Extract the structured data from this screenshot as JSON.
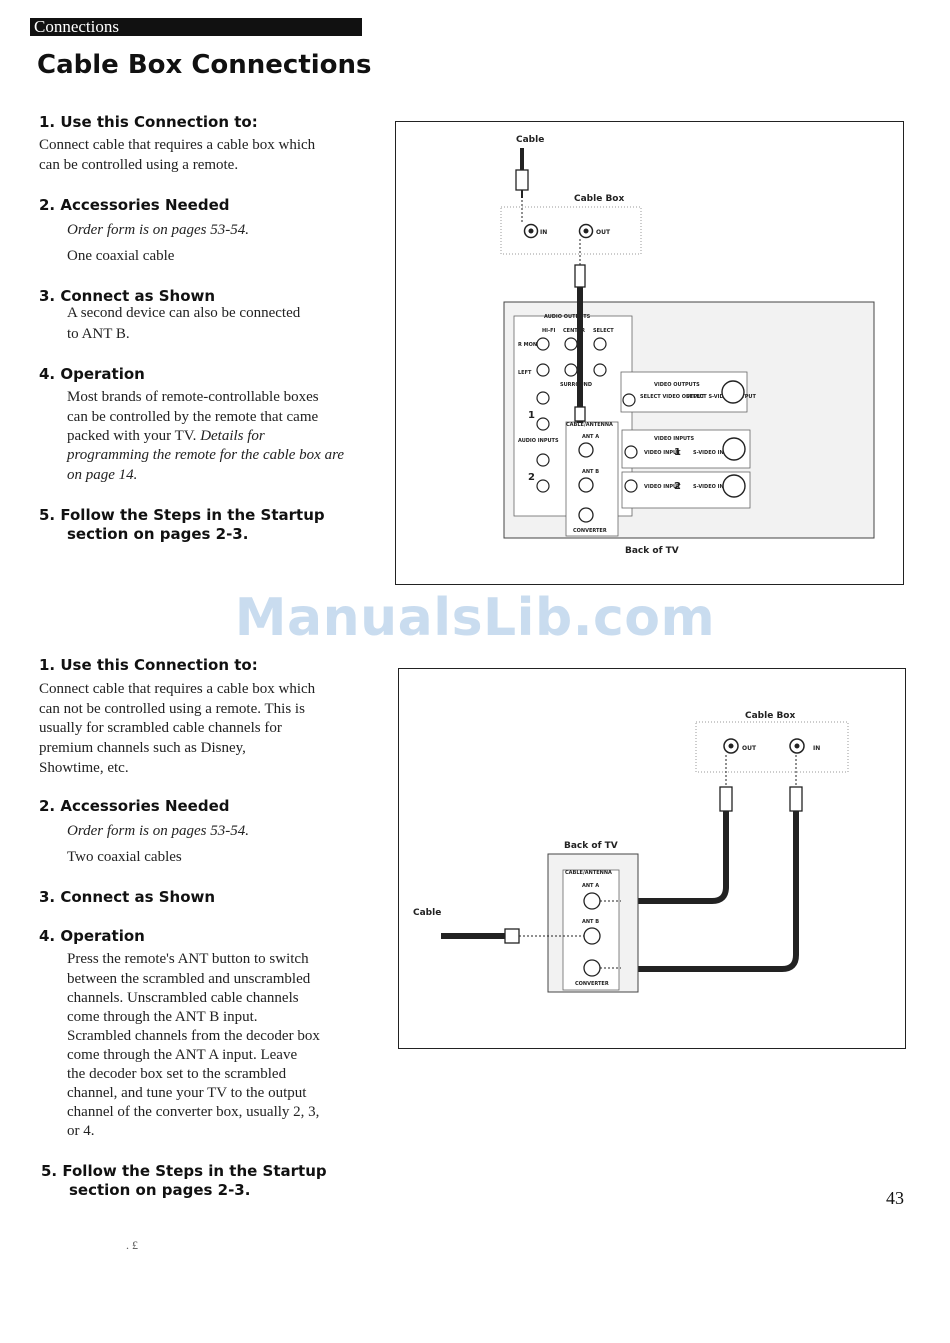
{
  "header": {
    "section_tab": "Connections"
  },
  "page_title": "Cable Box Connections",
  "section1": {
    "step1": {
      "heading": "1. Use this Connection to:",
      "body": [
        "Connect cable that requires a cable box which",
        "can be controlled using a remote."
      ]
    },
    "step2": {
      "heading": "2. Accessories Needed",
      "order_form": "Order form is on pages 53-54.",
      "item": "One coaxial cable"
    },
    "step3": {
      "heading": "3. Connect as Shown",
      "body": [
        "A second device  can also be connected",
        "to ANT B."
      ]
    },
    "step4": {
      "heading": "4. Operation",
      "body": [
        "Most brands of remote-controllable boxes",
        "can be controlled by the remote that came",
        "packed with your TV."
      ],
      "body_italic_inline": "Details for",
      "italic_lines": [
        "programming the remote for the cable box are",
        "on page 14."
      ]
    },
    "step5": {
      "heading_lines": [
        "5. Follow the Steps in the Startup",
        "section on pages 2-3."
      ]
    },
    "diagram": {
      "cable_label": "Cable",
      "cable_box_label": "Cable Box",
      "in_label": "IN",
      "out_label": "OUT",
      "back_of_tv_label": "Back of TV",
      "audio_outputs": "AUDIO OUTPUTS",
      "video_outputs": "VIDEO OUTPUTS",
      "video_inputs": "VIDEO INPUTS",
      "audio_inputs": "AUDIO INPUTS",
      "cable_antenna": "CABLE/ANTENNA",
      "ant_a": "ANT A",
      "ant_b": "ANT B",
      "converter": "CONVERTER",
      "hifi": "HI-FI",
      "center": "CENTER",
      "select": "SELECT",
      "surround": "SURROUND",
      "r_mono": "R MONO",
      "left": "LEFT",
      "input_1": "1",
      "input_2": "2",
      "video_input": "VIDEO INPUT",
      "svideo_input": "S-VIDEO INPUT",
      "select_video_output": "SELECT VIDEO OUTPUT",
      "select_svideo_output": "SELECT S-VIDEO OUTPUT"
    }
  },
  "watermark": "ManualsLib.com",
  "section2": {
    "step1": {
      "heading": "1. Use this Connection to:",
      "body": [
        "Connect cable that requires a cable box which",
        "can not be controlled using a remote. This is",
        "usually for scrambled cable channels for",
        "premium channels such as Disney,",
        "Showtime, etc."
      ]
    },
    "step2": {
      "heading": "2. Accessories Needed",
      "order_form": "Order form is on pages 53-54.",
      "item": "Two coaxial cables"
    },
    "step3": {
      "heading": "3. Connect as Shown"
    },
    "step4": {
      "heading": "4. Operation",
      "body": [
        "Press the remote's ANT button to switch",
        "between the scrambled and unscrambled",
        "channels. Unscrambled cable channels",
        "come through the ANT B input.",
        "Scrambled channels from the decoder box",
        "come through the ANT A input. Leave",
        "the decoder box set to the scrambled",
        "channel, and tune your TV to the output",
        "channel of the converter box, usually 2, 3,",
        "or 4."
      ]
    },
    "step5": {
      "heading_lines": [
        "5. Follow the Steps in the Startup",
        "section on pages 2-3."
      ]
    },
    "diagram": {
      "cable_box_label": "Cable Box",
      "out_label": "OUT",
      "in_label": "IN",
      "back_of_tv_label": "Back of TV",
      "cable_label": "Cable",
      "cable_antenna": "CABLE/ANTENNA",
      "ant_a": "ANT A",
      "ant_b": "ANT B",
      "converter": "CONVERTER"
    }
  },
  "page_number": "43",
  "stray_mark": ". £"
}
